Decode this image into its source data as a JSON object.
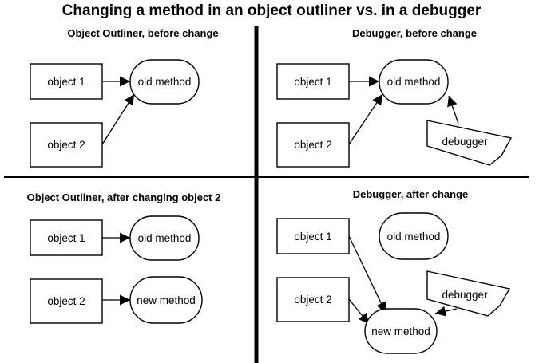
{
  "title": "Changing a method in an object outliner vs. in a debugger",
  "panels": {
    "tl": "Object Outliner, before change",
    "tr": "Debugger, before change",
    "bl": "Object Outliner, after changing object 2",
    "br": "Debugger, after change"
  },
  "nodes": {
    "tl_obj1": "object 1",
    "tl_obj2": "object 2",
    "tl_old": "old method",
    "tr_obj1": "object 1",
    "tr_obj2": "object 2",
    "tr_old": "old method",
    "tr_dbg": "debugger",
    "bl_obj1": "object 1",
    "bl_obj2": "object 2",
    "bl_old": "old method",
    "bl_new": "new method",
    "br_obj1": "object 1",
    "br_obj2": "object 2",
    "br_old": "old method",
    "br_new": "new method",
    "br_dbg": "debugger"
  },
  "edges": [
    {
      "from": "tl_obj1",
      "to": "tl_old"
    },
    {
      "from": "tl_obj2",
      "to": "tl_old"
    },
    {
      "from": "tr_obj1",
      "to": "tr_old"
    },
    {
      "from": "tr_obj2",
      "to": "tr_old"
    },
    {
      "from": "tr_dbg",
      "to": "tr_old"
    },
    {
      "from": "bl_obj1",
      "to": "bl_old"
    },
    {
      "from": "bl_obj2",
      "to": "bl_new"
    },
    {
      "from": "br_obj1",
      "to": "br_new"
    },
    {
      "from": "br_obj2",
      "to": "br_new"
    },
    {
      "from": "br_dbg",
      "to": "br_new"
    }
  ]
}
